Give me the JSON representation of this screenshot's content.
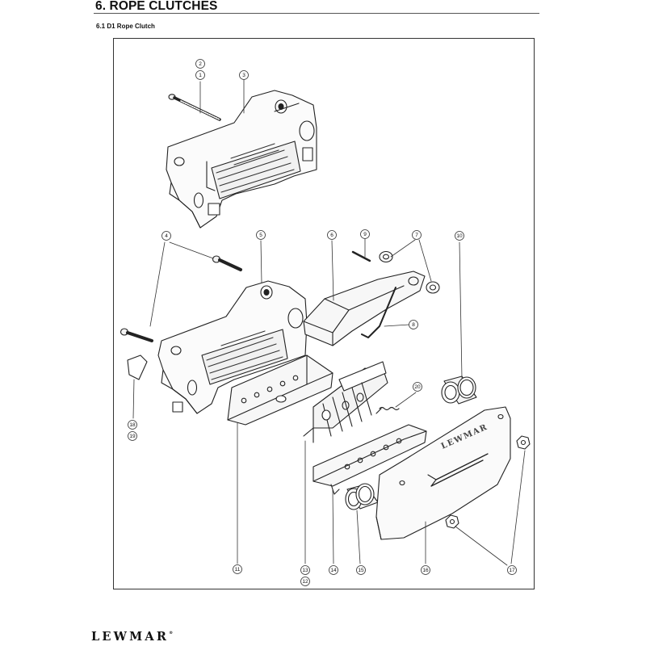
{
  "header": {
    "section_title": "6. ROPE CLUTCHES",
    "subsection_title": "6.1  D1 Rope Clutch"
  },
  "diagram": {
    "parts": [
      {
        "id": "p1",
        "number": "1"
      },
      {
        "id": "p2",
        "number": "2"
      },
      {
        "id": "p3",
        "number": "3"
      },
      {
        "id": "p4",
        "number": "4"
      },
      {
        "id": "p5",
        "number": "5"
      },
      {
        "id": "p6",
        "number": "6"
      },
      {
        "id": "p7",
        "number": "7"
      },
      {
        "id": "p8",
        "number": "8"
      },
      {
        "id": "p9",
        "number": "9"
      },
      {
        "id": "p10",
        "number": "10"
      },
      {
        "id": "p11",
        "number": "11"
      },
      {
        "id": "p12",
        "number": "12"
      },
      {
        "id": "p13",
        "number": "13"
      },
      {
        "id": "p14",
        "number": "14"
      },
      {
        "id": "p15",
        "number": "15"
      },
      {
        "id": "p16",
        "number": "16"
      },
      {
        "id": "p17",
        "number": "17"
      },
      {
        "id": "p18",
        "number": "18"
      },
      {
        "id": "p19",
        "number": "19"
      },
      {
        "id": "p20",
        "number": "20"
      }
    ],
    "cover_embossed_text": "LEWMAR"
  },
  "footer": {
    "brand": "LEWMAR",
    "brand_mark": "®"
  }
}
